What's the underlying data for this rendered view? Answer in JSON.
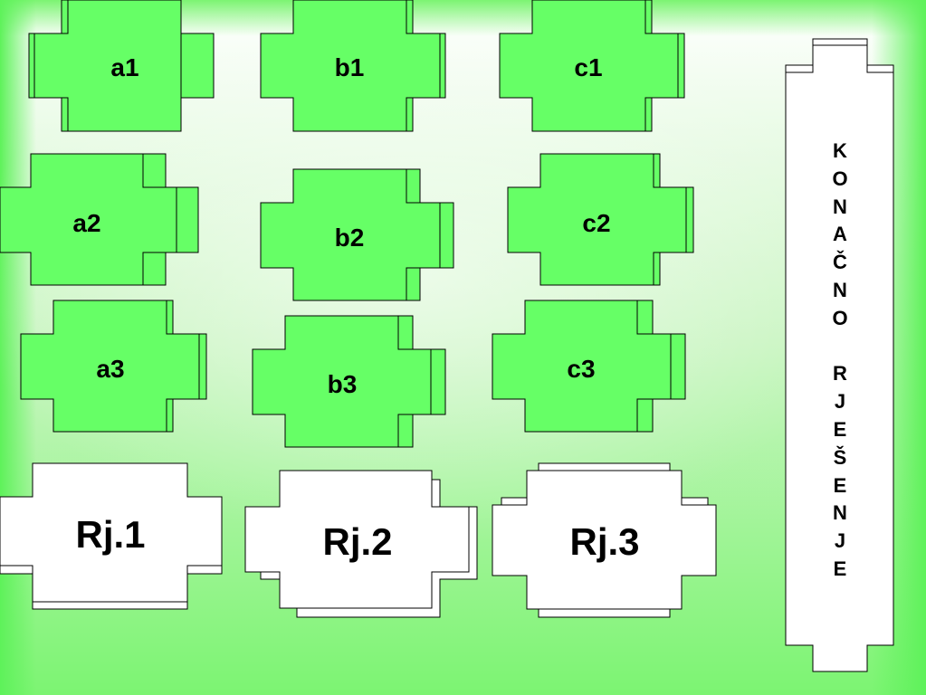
{
  "tiles": {
    "a1": "a1",
    "b1": "b1",
    "c1": "c1",
    "a2": "a2",
    "b2": "b2",
    "c2": "c2",
    "a3": "a3",
    "b3": "b3",
    "c3": "c3"
  },
  "solutions": {
    "rj1": "Rj.1",
    "rj2": "Rj.2",
    "rj3": "Rj.3"
  },
  "final": {
    "letters": [
      "K",
      "O",
      "N",
      "A",
      "Č",
      "N",
      "O",
      "",
      "R",
      "J",
      "E",
      "Š",
      "E",
      "N",
      "J",
      "E"
    ]
  },
  "colors": {
    "tile_fill": "#66ff66",
    "solution_fill": "#ffffff",
    "outline": "#000000"
  }
}
